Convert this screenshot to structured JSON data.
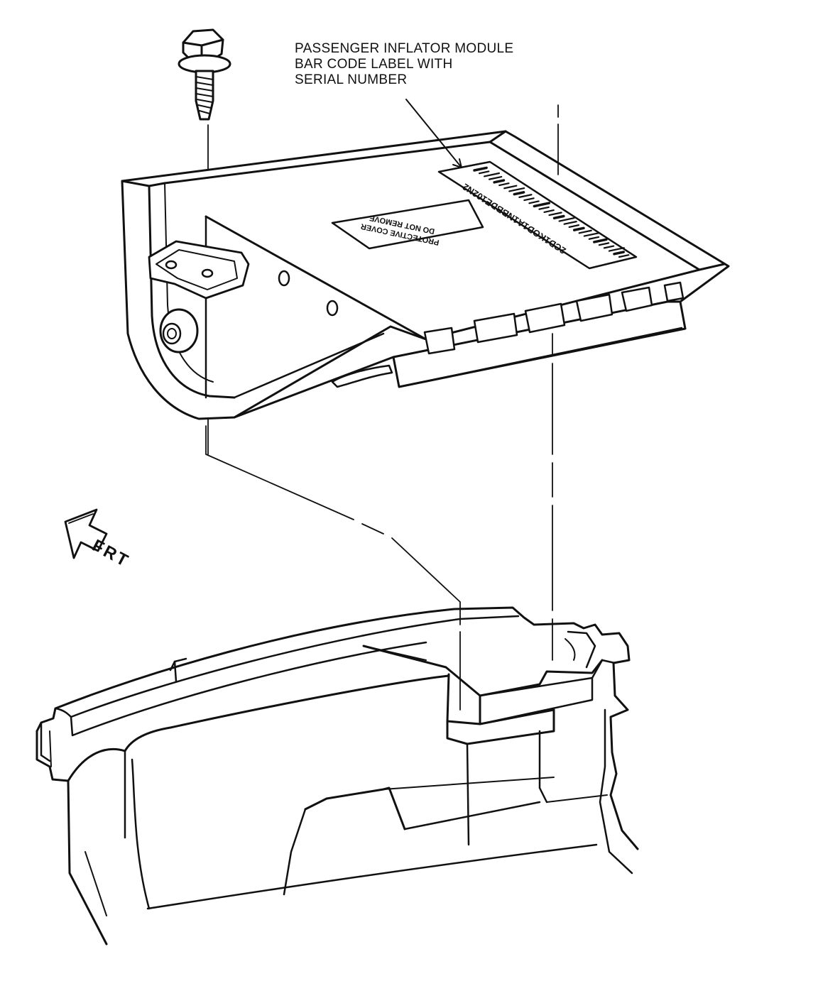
{
  "callout": {
    "lines": [
      "PASSENGER INFLATOR MODULE",
      "BAR CODE LABEL WITH",
      "SERIAL NUMBER"
    ]
  },
  "cover_label": {
    "line1": "PROTECTIVE COVER",
    "line2": "DO NOT REMOVE"
  },
  "barcode_text": "2CD1KOD1A1NBBDE102N2",
  "direction_label": "FRT",
  "colors": {
    "ink": "#111111",
    "paper": "#ffffff"
  }
}
